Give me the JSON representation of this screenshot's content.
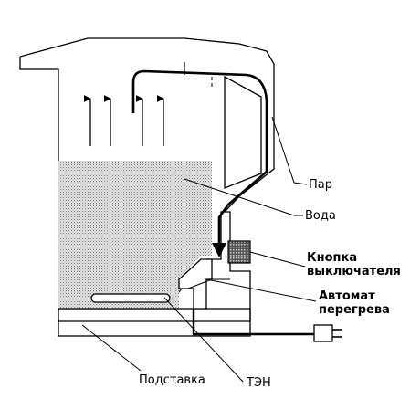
{
  "labels": {
    "steam": "Пар",
    "water": "Вода",
    "switch_button": "Кнопка\nвыключателя",
    "overheat_protector": "Автомат\nперегрева",
    "base": "Подставка",
    "heating_element": "ТЭН"
  },
  "colors": {
    "line": "#000000",
    "water_fill": "#d4d4d4",
    "button_fill": "#6e6e6e"
  }
}
